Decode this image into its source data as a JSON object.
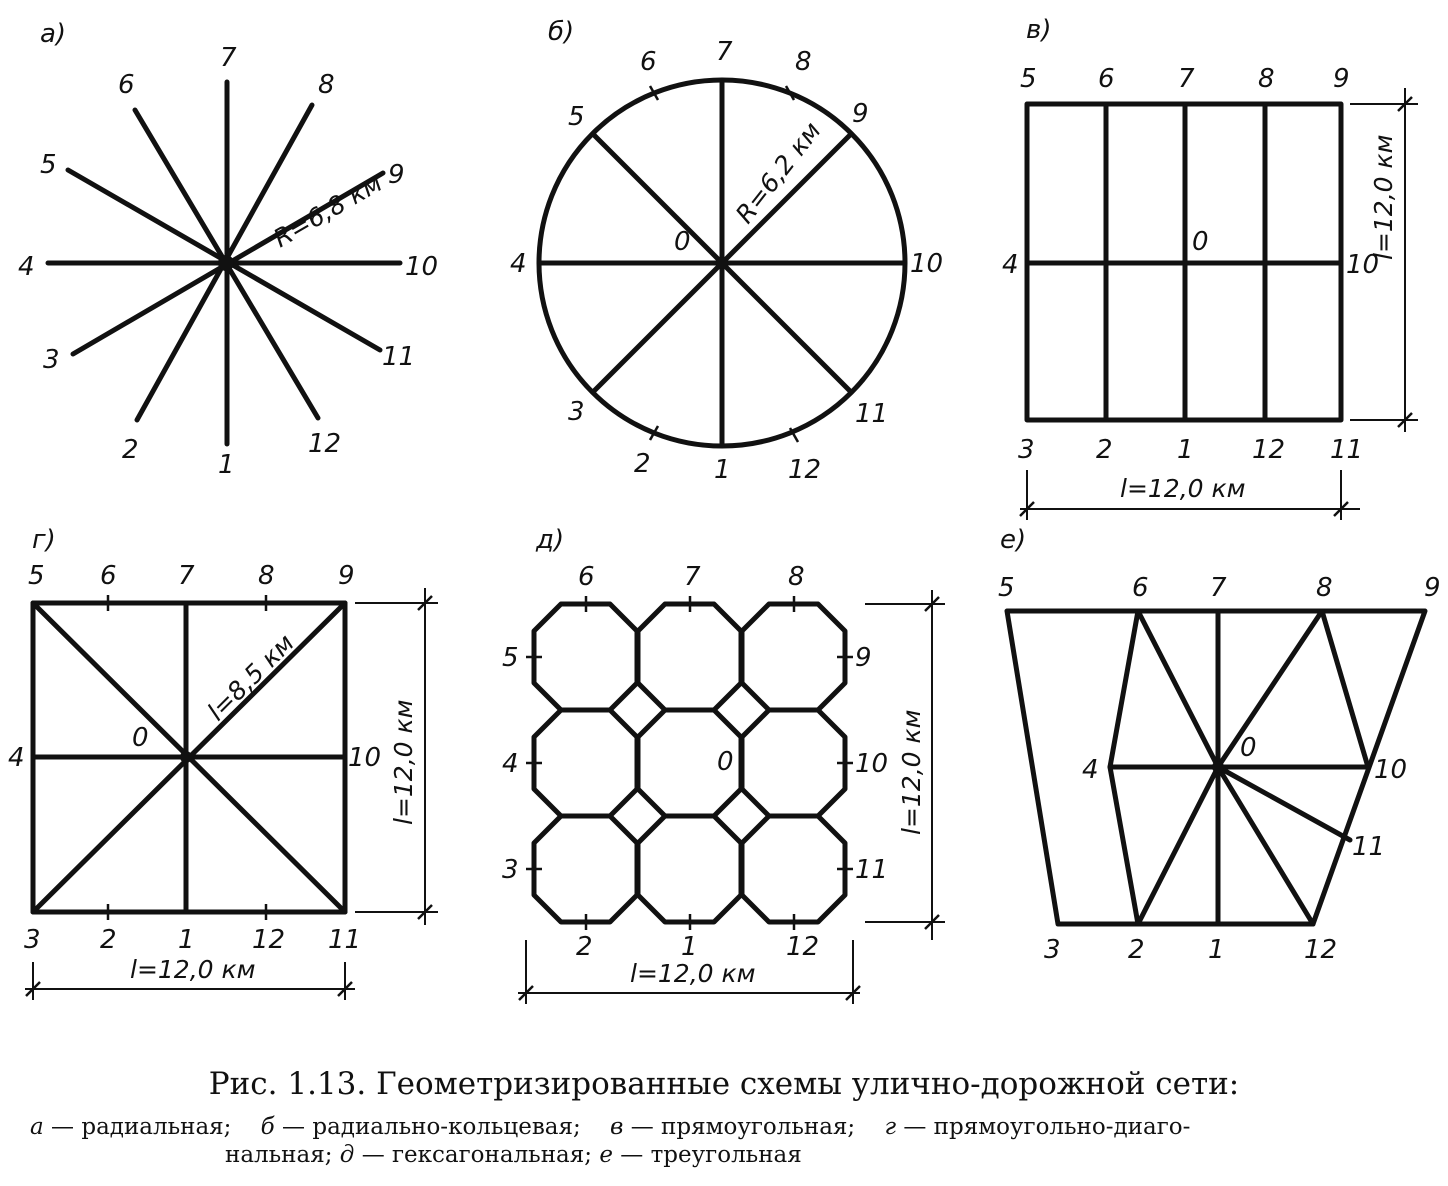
{
  "panels": {
    "a": {
      "letter": "а)",
      "nodes": [
        "1",
        "2",
        "3",
        "4",
        "5",
        "6",
        "7",
        "8",
        "9",
        "10",
        "11",
        "12"
      ],
      "radius": "R=6,8 км"
    },
    "b": {
      "letter": "б)",
      "nodes": [
        "1",
        "2",
        "3",
        "4",
        "5",
        "6",
        "7",
        "8",
        "9",
        "10",
        "11",
        "12"
      ],
      "center": "0",
      "radius": "R=6,2 км"
    },
    "v": {
      "letter": "в)",
      "nodes": [
        "1",
        "2",
        "3",
        "4",
        "5",
        "6",
        "7",
        "8",
        "9",
        "10",
        "11",
        "12"
      ],
      "center": "0",
      "width": "l=12,0 км",
      "height": "l=12,0 км"
    },
    "g": {
      "letter": "г)",
      "nodes": [
        "1",
        "2",
        "3",
        "4",
        "5",
        "6",
        "7",
        "8",
        "9",
        "10",
        "11",
        "12"
      ],
      "center": "0",
      "diagonal": "l=8,5 км",
      "width": "l=12,0 км",
      "height": "l=12,0 км"
    },
    "d": {
      "letter": "д)",
      "nodes": [
        "1",
        "2",
        "3",
        "4",
        "5",
        "6",
        "7",
        "8",
        "9",
        "10",
        "11",
        "12"
      ],
      "center": "0",
      "width": "l=12,0 км",
      "height": "l=12,0 км"
    },
    "e": {
      "letter": "е)",
      "nodes": [
        "1",
        "2",
        "3",
        "4",
        "5",
        "6",
        "7",
        "8",
        "9",
        "10",
        "11",
        "12"
      ],
      "center": "0"
    }
  },
  "caption": {
    "title": "Рис. 1.13. Геометризированные схемы улично-дорожной сети:",
    "items": [
      {
        "key": "а",
        "text": "— радиальная;"
      },
      {
        "key": "б",
        "text": "— радиально-кольцевая;"
      },
      {
        "key": "в",
        "text": "— прямоугольная;"
      },
      {
        "key": "г",
        "text": "— прямоугольно-диаго-"
      },
      {
        "key": "",
        "text": "нальная;"
      },
      {
        "key": "д",
        "text": "— гексагональная;"
      },
      {
        "key": "е",
        "text": "— треугольная"
      }
    ]
  }
}
